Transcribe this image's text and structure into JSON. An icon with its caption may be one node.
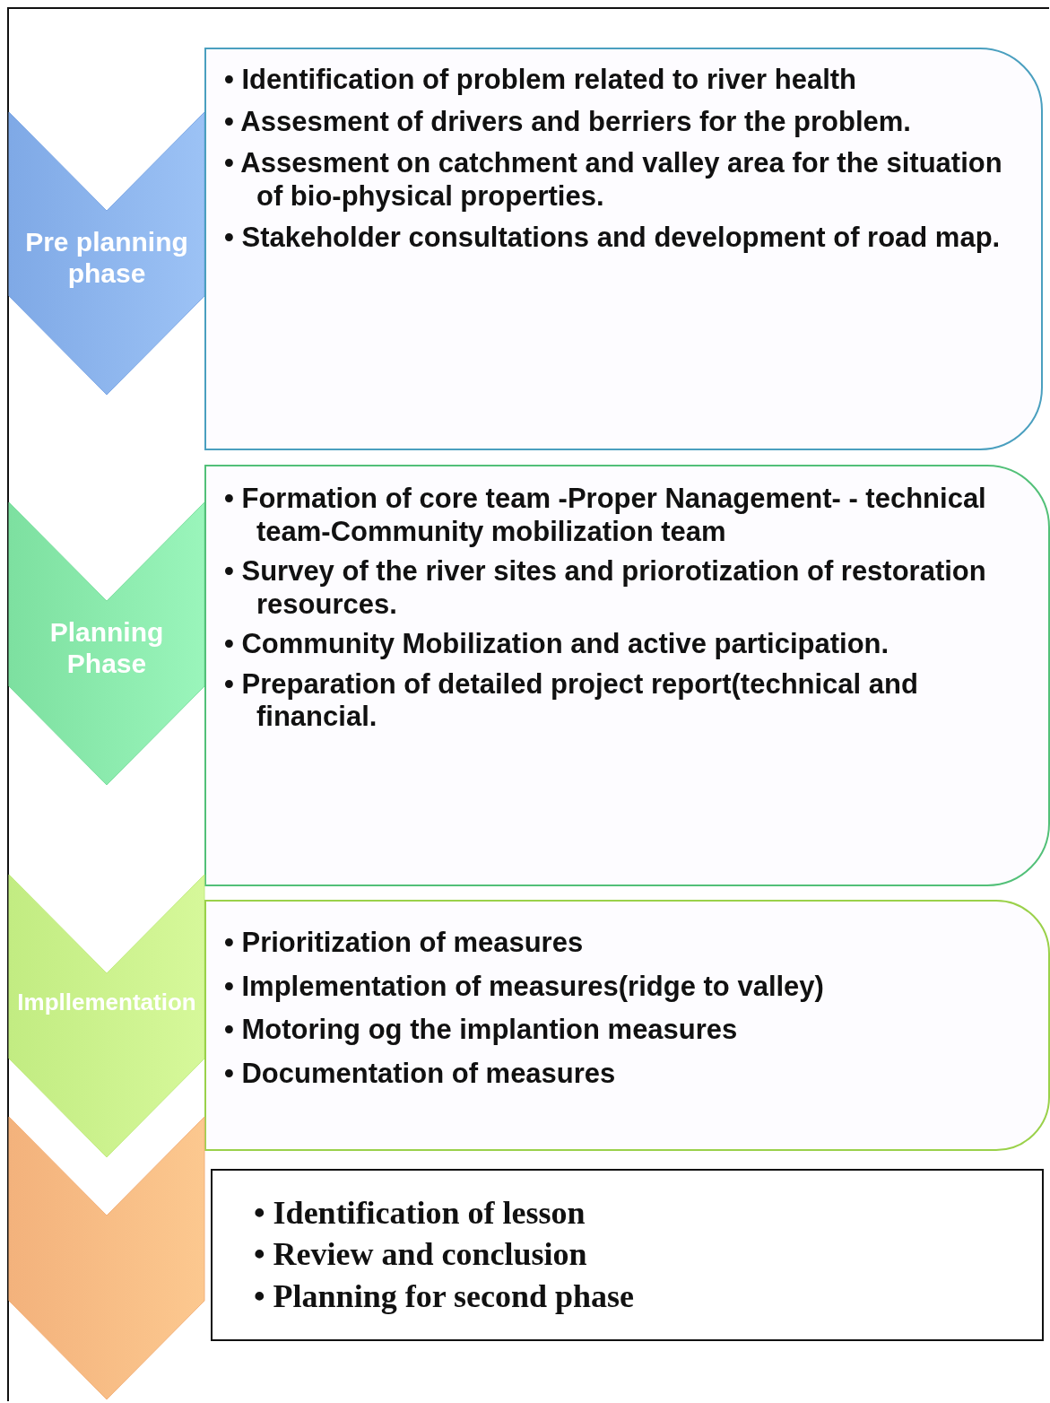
{
  "diagram": {
    "nodes": [
      {
        "text": [
          "Pre planning phase"
        ]
      },
      {
        "text": [
          "• Identification of problem related to river health",
          "• Assesment of drivers and berriers for the problem.",
          "• Assesment on catchment and valley area for the situation of bio-physical properties.",
          "• Stakeholder consultations and development of road map."
        ]
      },
      {
        "text": [
          "Planning Phase"
        ]
      },
      {
        "text": [
          "• Formation of core team -Proper Nanagement- - technical team-Community mobilization team",
          "• Survey of the river sites and priorotization of restoration resources.",
          "• Community  Mobilization and active participation.",
          "• Preparation of detailed project report(technical and financial."
        ]
      },
      {
        "text": [
          "Impllementation"
        ]
      },
      {
        "text": [
          "• Prioritization of measures",
          "• Implementation of measures(ridge to valley)",
          "• Motoring og the implantion measures",
          "• Documentation of measures"
        ]
      },
      {
        "text": [],
        "shape": "chevron"
      },
      {
        "text": [
          "• Identification of lesson",
          "• Review and conclusion",
          "• Planning for second phase"
        ]
      }
    ]
  }
}
